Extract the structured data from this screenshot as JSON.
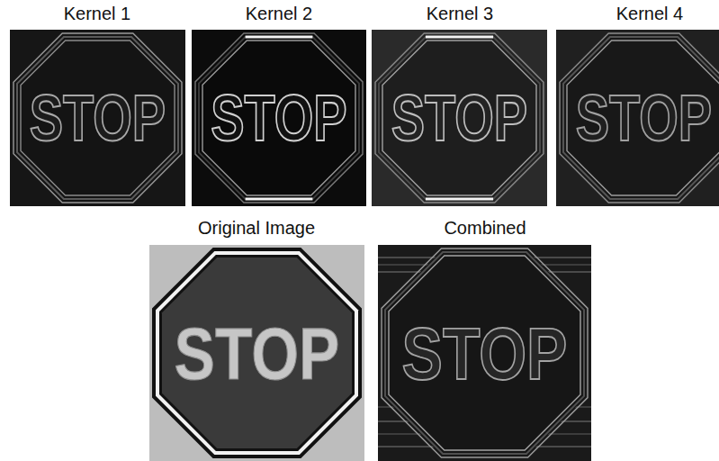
{
  "diagram": {
    "nodes": [
      {
        "text": [
          "Kernel 1",
          "STOP"
        ]
      },
      {
        "text": [
          "Kernel 2",
          "STOP"
        ]
      },
      {
        "text": [
          "Kernel 3",
          "STOP"
        ]
      },
      {
        "text": [
          "Kernel 4",
          "STOP"
        ]
      },
      {
        "text": [
          "Original Image",
          "STOP"
        ]
      },
      {
        "text": [
          "Combined",
          "STOP"
        ]
      }
    ]
  }
}
